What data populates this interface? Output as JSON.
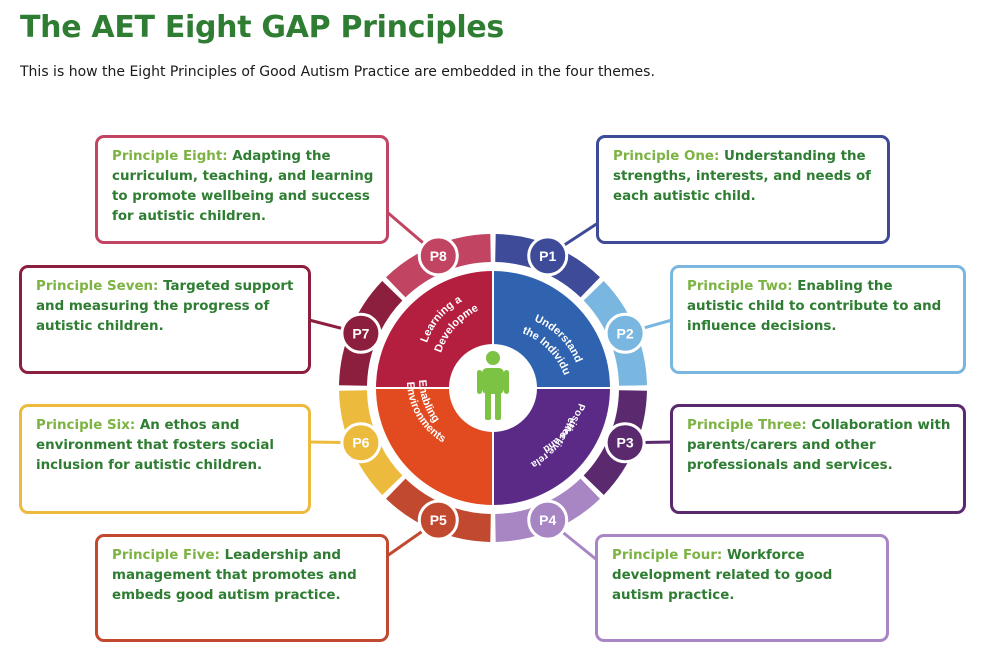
{
  "title": "The AET Eight GAP Principles",
  "subtitle": "This is how the Eight Principles of Good Autism Practice are embedded in the four themes.",
  "colors": {
    "title": "#2e7d32",
    "principle_title": "#7cb342",
    "principle_text": "#2e7d32",
    "theme_understanding": "#2f63b0",
    "theme_relationships": "#5b2a86",
    "theme_environments": "#e24a1f",
    "theme_learning": "#b51f3f"
  },
  "principles": [
    {
      "badge": "P1",
      "title": "Principle One:",
      "text": "Understanding the strengths, interests, and needs of each autistic child.",
      "color": "#3d4b99"
    },
    {
      "badge": "P2",
      "title": "Principle Two:",
      "text": "Enabling the autistic child to contribute to and influence decisions.",
      "color": "#7ab7e0"
    },
    {
      "badge": "P3",
      "title": "Principle Three:",
      "text": "Collaboration with parents/carers and other professionals and services.",
      "color": "#5b2a6e"
    },
    {
      "badge": "P4",
      "title": "Principle Four:",
      "text": "Workforce development related to good autism practice.",
      "color": "#a886c4"
    },
    {
      "badge": "P5",
      "title": "Principle Five:",
      "text": "Leadership and management that promotes and embeds good autism practice.",
      "color": "#c1492f"
    },
    {
      "badge": "P6",
      "title": "Principle Six:",
      "text": "An ethos and environment that fosters social inclusion for autistic children.",
      "color": "#ecbb3e"
    },
    {
      "badge": "P7",
      "title": "Principle Seven:",
      "text": "Targeted support and measuring the progress of autistic children.",
      "color": "#8c1f3d"
    },
    {
      "badge": "P8",
      "title": "Principle Eight:",
      "text": "Adapting the curriculum, teaching, and learning to promote wellbeing and success for autistic children.",
      "color": "#c14463"
    }
  ],
  "themes": [
    {
      "line1": "Understanding",
      "line2": "the Individual"
    },
    {
      "line1": "Positive and",
      "line2": "effective relationships"
    },
    {
      "line1": "Enabling",
      "line2": "Environments"
    },
    {
      "line1": "Learning and",
      "line2": "Development"
    }
  ],
  "center_icon": "person-icon"
}
